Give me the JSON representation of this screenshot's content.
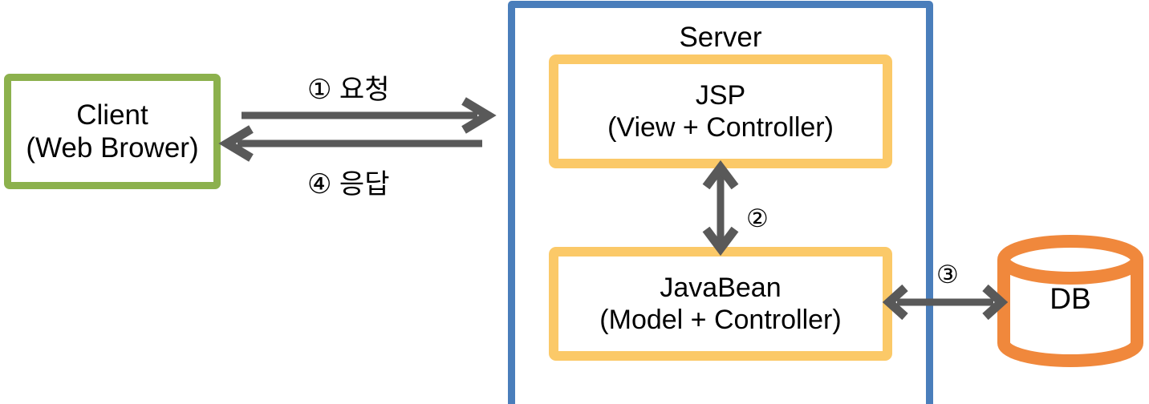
{
  "diagram": {
    "title": "JSP Model 1 / Model 2 architecture diagram",
    "colors": {
      "client_border": "#8CB14D",
      "server_border": "#4A7EBB",
      "inner_box_border": "#FBC968",
      "db_outline": "#F0883C",
      "arrow": "#595959",
      "background": "#FFFFFF",
      "text": "#000000"
    }
  },
  "client": {
    "line1": "Client",
    "line2": "(Web Brower)"
  },
  "server": {
    "title": "Server",
    "jsp": {
      "line1": "JSP",
      "line2": "(View + Controller)"
    },
    "javabean": {
      "line1": "JavaBean",
      "line2": "(Model + Controller)"
    }
  },
  "database": {
    "label": "DB"
  },
  "flows": [
    {
      "id": "1",
      "label": "① 요청",
      "from": "client",
      "to": "server",
      "direction": "right"
    },
    {
      "id": "4",
      "label": "④ 응답",
      "from": "server",
      "to": "client",
      "direction": "left"
    },
    {
      "id": "2",
      "label": "②",
      "from": "jsp",
      "to": "javabean",
      "direction": "both"
    },
    {
      "id": "3",
      "label": "③",
      "from": "javabean",
      "to": "db",
      "direction": "both"
    }
  ]
}
